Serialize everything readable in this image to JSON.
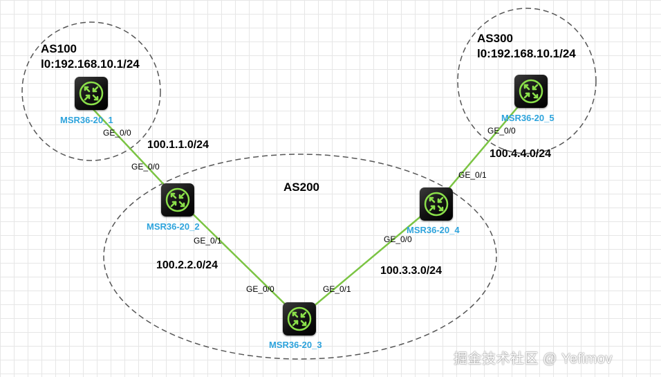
{
  "autonomous_systems": {
    "as100": {
      "name": "AS100",
      "loopback": "l0:192.168.10.1/24"
    },
    "as200": {
      "name": "AS200"
    },
    "as300": {
      "name": "AS300",
      "loopback": "l0:192.168.10.1/24"
    }
  },
  "routers": {
    "r1": "MSR36-20_1",
    "r2": "MSR36-20_2",
    "r3": "MSR36-20_3",
    "r4": "MSR36-20_4",
    "r5": "MSR36-20_5"
  },
  "networks": {
    "n1": "100.1.1.0/24",
    "n2": "100.2.2.0/24",
    "n3": "100.3.3.0/24",
    "n4": "100.4.4.0/24"
  },
  "ports": {
    "r1_ge00": "GE_0/0",
    "r2_ge00": "GE_0/0",
    "r2_ge01": "GE_0/1",
    "r3_ge00": "GE_0/0",
    "r3_ge01": "GE_0/1",
    "r4_ge00": "GE_0/0",
    "r4_ge01": "GE_0/1",
    "r5_ge00": "GE_0/0"
  },
  "colors": {
    "link": "#7bc443",
    "router_name": "#2da3dc",
    "router_icon": "#8be04a",
    "boundary": "#555555",
    "grid": "#e6e6e6"
  },
  "watermark": "掘金技术社区 @ Yefimov"
}
